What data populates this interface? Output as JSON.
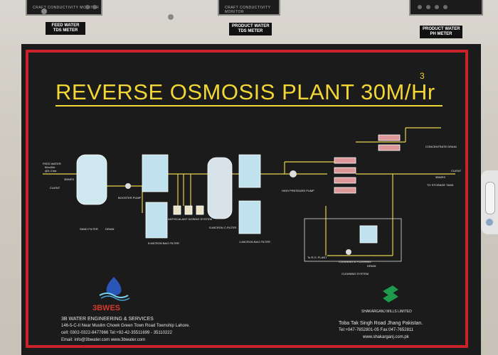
{
  "meters": {
    "left": "CRAFT CONDUCTIVITY MONITOR",
    "center": "CRAFT CONDUCTIVITY MONITOR"
  },
  "tags": {
    "feed": "FEED WATER\nTDS METER",
    "product_tds": "PRODUCT WATER\nTDS METER",
    "product_ph": "PRODUCT WATER\nPH METER"
  },
  "title": "REVERSE OSMOSIS PLANT 30M/Hr",
  "title_sup": "3",
  "diagram": {
    "feed_water": "FEED WATER",
    "feed_spec": "50m3/hr",
    "feed_pressure": "@3-4 bar",
    "client": "CLIENT",
    "bbwes": "3BWES",
    "sand_filter": "SAND FILTER",
    "drain": "DRAIN",
    "booster_pump": "BOOSTER PUMP",
    "bag_filter": "5-MICRON BAG FILTER",
    "dosing": "ANTISCALANT DOSING SYSTEM",
    "cartridge": "5-MICRON C.FILTER",
    "micron_filter_2": "1-MICRON BAG FILTER",
    "high_pressure_pump": "HIGH PRESSURE PUMP",
    "concentrate": "CONCENTRATE DRAIN",
    "storage_tank": "TO STORAGE TANK",
    "client_right": "CLIENT",
    "bbwes_right": "3BWES",
    "to_ro": "To R.O. PLANT",
    "cleaning_flushing": "CLEANING & FLUSHING",
    "cleaning_system": "CLEANING SYSTEM",
    "drain_2": "DRAIN"
  },
  "footer": {
    "logo_text": "3BWES",
    "company": "3B WATER ENGINEERING & SERVICES",
    "address": "146-5-C-II Near Muslim Chowk Green Town Road Township Lahore.",
    "cell": "cell: 0302-0322-8477866 Tel:+92-42-35511699 - 35110222",
    "email": "Email: info@3bwater.com   www.3bwater.com",
    "client_name": "SHAKARGANJ MILLS LIMITED",
    "client_addr": "Toba Tak Singh Road Jhang Pakistan.",
    "client_tel": "Tel:+047-7652801-05 Fax:047-7652811",
    "client_web": "www.shakarganj.com.pk"
  },
  "colors": {
    "border": "#c8232a",
    "title": "#f2d635",
    "panel": "#1b1b1b",
    "pipe": "#e8d24a"
  }
}
